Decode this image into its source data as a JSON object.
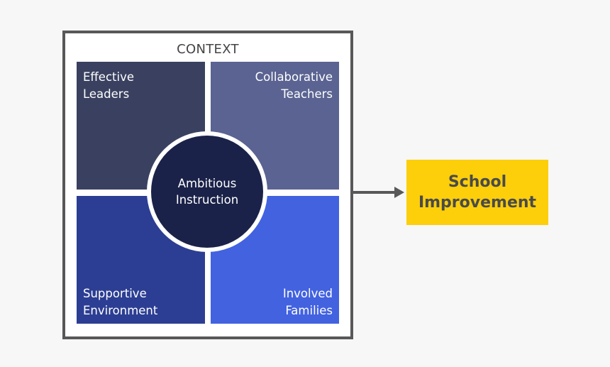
{
  "diagram": {
    "context_label": "CONTEXT",
    "quadrants": {
      "top_left": {
        "line1": "Effective",
        "line2": "Leaders",
        "color": "#3a4160"
      },
      "top_right": {
        "line1": "Collaborative",
        "line2": "Teachers",
        "color": "#5a6391"
      },
      "bottom_left": {
        "line1": "Supportive",
        "line2": "Environment",
        "color": "#2c3e93"
      },
      "bottom_right": {
        "line1": "Involved",
        "line2": "Families",
        "color": "#4262e0"
      }
    },
    "center": {
      "line1": "Ambitious",
      "line2": "Instruction",
      "color": "#1b2249"
    },
    "outcome": {
      "line1": "School",
      "line2": "Improvement",
      "color": "#fccf0a"
    },
    "arrow_icon": "arrow-right-icon"
  }
}
